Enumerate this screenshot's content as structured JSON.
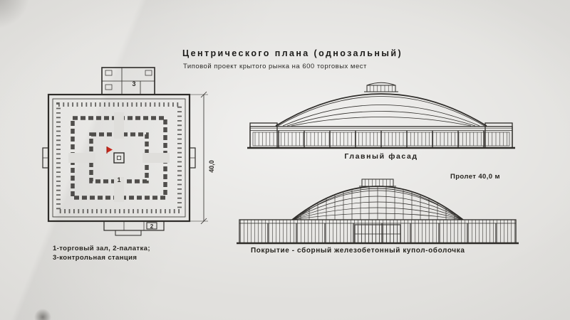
{
  "header": {
    "title": "Центрического плана (однозальный)",
    "subtitle": "Типовой проект крытого рынка на 600 торговых мест"
  },
  "plan": {
    "marker_1": "1",
    "marker_2": "2",
    "marker_3": "3",
    "dimension_width": "40,0",
    "legend": [
      "1-торговый зал,  2-палатка;",
      "3-контрольная станция"
    ]
  },
  "facade": {
    "caption": "Главный фасад"
  },
  "section": {
    "span_label": "Пролет 40,0 м",
    "caption": "Покрытие - сборный  железобетонный  купол-оболочка"
  },
  "colors": {
    "ink": "#2e2c29",
    "paper": "#dedcd8",
    "accent_red": "#c8281c"
  }
}
